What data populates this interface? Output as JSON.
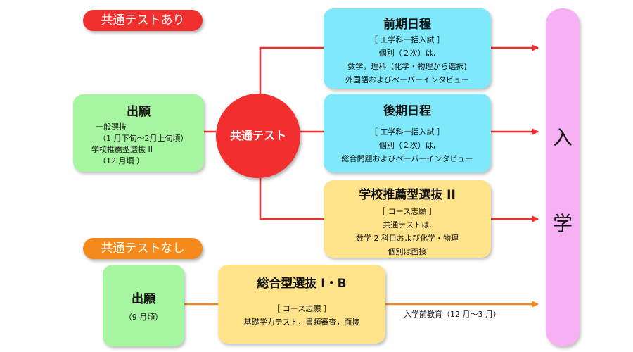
{
  "labels": {
    "with_test": "共通テストあり",
    "without_test": "共通テストなし",
    "common_test": "共通テスト",
    "entry_1": "入",
    "entry_2": "学",
    "pre_education": "入学前教育（12 月〜3 月）"
  },
  "apply_1": {
    "title": "出願",
    "lines": [
      "一般選抜",
      "（1 月下旬〜2月上旬頃）",
      "学校推薦型選抜 II",
      "（12 月頃 ）"
    ]
  },
  "zenki": {
    "title": "前期日程",
    "lines": [
      "［ 工学科一括入試 ］",
      "個別（２次）は,",
      "数学，理科（化学・物理から選択)",
      "外国語およびペーパーインタビュー"
    ]
  },
  "kouki": {
    "title": "後期日程",
    "lines": [
      "［ 工学科一括入試 ］",
      "個別（２次）は,",
      "総合問題およびペーパーインタビュー"
    ]
  },
  "suisen": {
    "title": "学校推薦型選抜 II",
    "lines": [
      "［ コース志願 ］",
      "共通テストは,",
      "数学 2 科目および化学・物理",
      "個別は面接"
    ]
  },
  "apply_2": {
    "title": "出願",
    "lines": [
      "（9 月頃）"
    ]
  },
  "sougou": {
    "title": "総合型選抜 I・B",
    "lines": [
      "［ コース志願 ］",
      "基礎学力テスト，書類審査，面接"
    ]
  },
  "colors": {
    "red": "#f02f2f",
    "orange": "#f58a1c",
    "green": "#a6f5a0",
    "cyan": "#7fe9fb",
    "yellow": "#ffe38a",
    "pink": "#f6b0f4"
  }
}
